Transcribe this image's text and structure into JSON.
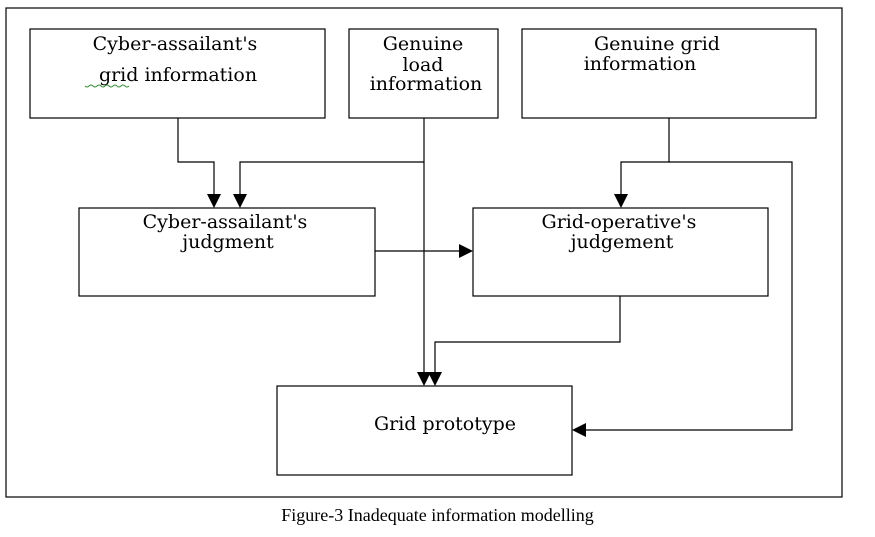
{
  "boxes": {
    "cyber_grid_info": {
      "lines": [
        "Cyber-assailant's",
        "grid information"
      ]
    },
    "genuine_load": {
      "lines": [
        "Genuine",
        "load",
        "information"
      ]
    },
    "genuine_grid": {
      "lines": [
        "Genuine grid",
        "information"
      ]
    },
    "cyber_judgment": {
      "lines": [
        "Cyber-assailant's",
        "judgment"
      ]
    },
    "grid_judgement": {
      "lines": [
        "Grid-operative's",
        "judgement"
      ]
    },
    "grid_prototype": {
      "lines": [
        "Grid prototype"
      ]
    }
  },
  "caption": "Figure-3 Inadequate information modelling",
  "colors": {
    "stroke": "#000000",
    "arrow_accent": "#1a1a6e"
  }
}
